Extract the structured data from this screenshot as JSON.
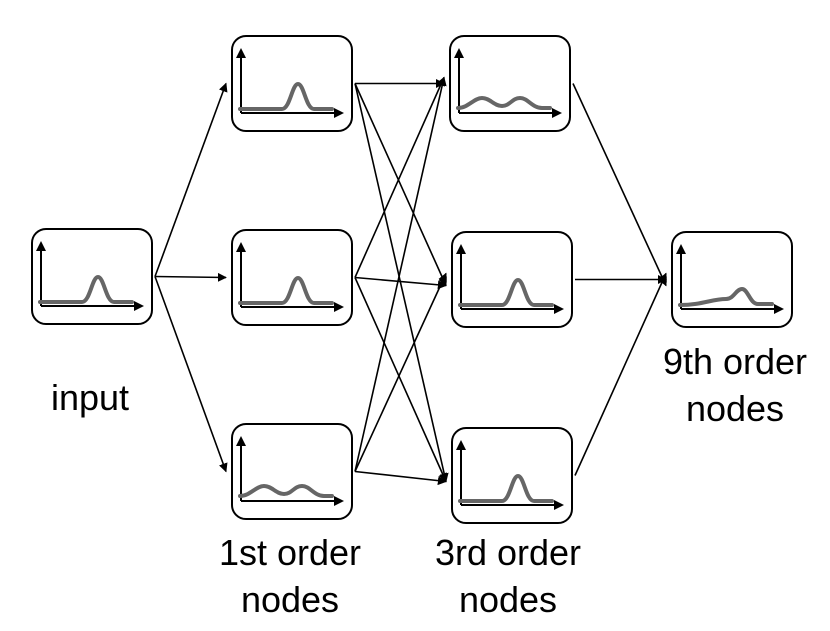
{
  "labels": {
    "input": "input",
    "first_order_line1": "1st order",
    "first_order_line2": "nodes",
    "third_order_line1": "3rd order",
    "third_order_line2": "nodes",
    "ninth_order_line1": "9th order",
    "ninth_order_line2": "nodes"
  },
  "nodes": [
    {
      "id": "input-node",
      "stage": "input",
      "curve": "single-peak"
    },
    {
      "id": "first-order-node-top",
      "stage": "1st order",
      "curve": "single-peak"
    },
    {
      "id": "first-order-node-middle",
      "stage": "1st order",
      "curve": "single-peak"
    },
    {
      "id": "first-order-node-bottom",
      "stage": "1st order",
      "curve": "double-bump"
    },
    {
      "id": "third-order-node-top",
      "stage": "3rd order",
      "curve": "double-bump"
    },
    {
      "id": "third-order-node-middle",
      "stage": "3rd order",
      "curve": "single-peak"
    },
    {
      "id": "third-order-node-bottom",
      "stage": "3rd order",
      "curve": "single-peak"
    },
    {
      "id": "ninth-order-node",
      "stage": "9th order",
      "curve": "shoulder-peak"
    }
  ],
  "edges": [
    {
      "from": "input-node",
      "to": "first-order-node-top"
    },
    {
      "from": "input-node",
      "to": "first-order-node-middle"
    },
    {
      "from": "input-node",
      "to": "first-order-node-bottom"
    },
    {
      "from": "first-order-node-top",
      "to": "third-order-node-top"
    },
    {
      "from": "first-order-node-top",
      "to": "third-order-node-middle"
    },
    {
      "from": "first-order-node-top",
      "to": "third-order-node-bottom"
    },
    {
      "from": "first-order-node-middle",
      "to": "third-order-node-top"
    },
    {
      "from": "first-order-node-middle",
      "to": "third-order-node-middle"
    },
    {
      "from": "first-order-node-middle",
      "to": "third-order-node-bottom"
    },
    {
      "from": "first-order-node-bottom",
      "to": "third-order-node-top"
    },
    {
      "from": "first-order-node-bottom",
      "to": "third-order-node-middle"
    },
    {
      "from": "first-order-node-bottom",
      "to": "third-order-node-bottom"
    },
    {
      "from": "third-order-node-top",
      "to": "ninth-order-node"
    },
    {
      "from": "third-order-node-middle",
      "to": "ninth-order-node"
    },
    {
      "from": "third-order-node-bottom",
      "to": "ninth-order-node"
    }
  ],
  "colors": {
    "curve": "#666666",
    "stroke": "#000000",
    "background": "#ffffff"
  }
}
